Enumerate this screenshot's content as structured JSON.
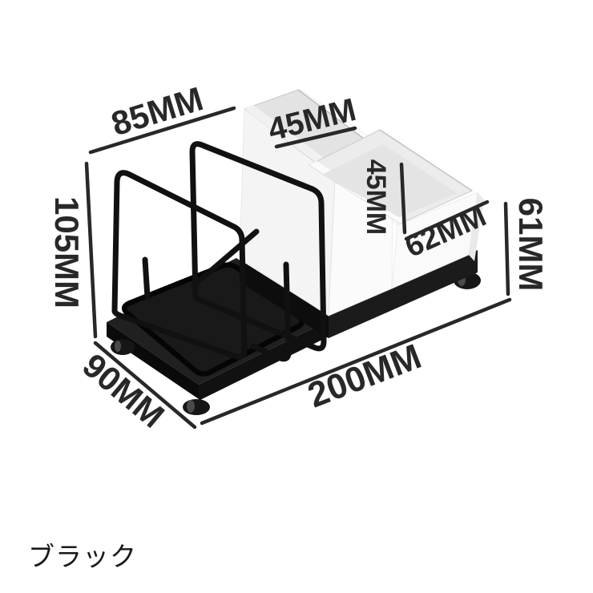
{
  "annotations": {
    "dim_top_width": "85MM",
    "dim_box_width": "45MM",
    "dim_step_height": "45MM",
    "dim_box_length": "62MM",
    "dim_rack_height": "105MM",
    "dim_right_height": "61MM",
    "dim_depth": "90MM",
    "dim_total_length": "200MM"
  },
  "caption": {
    "color_label": "ブラック"
  },
  "colors": {
    "background": "#ffffff",
    "annotation": "#282828",
    "caption_text": "#1a1a1a",
    "metal_black": "#161616",
    "plastic_white": "#f6f6f6"
  }
}
